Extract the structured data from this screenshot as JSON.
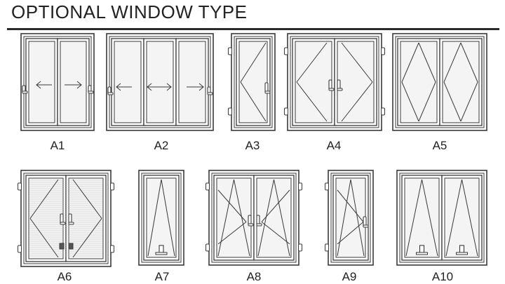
{
  "header": {
    "title": "OPTIONAL WINDOW TYPE"
  },
  "colors": {
    "line": "#3a3a3a",
    "frame_fill": "#ffffff",
    "glass": "#f4f4f4",
    "handle": "#555555"
  },
  "windows": [
    {
      "label": "A1",
      "type": "sliding-2"
    },
    {
      "label": "A2",
      "type": "sliding-3"
    },
    {
      "label": "A3",
      "type": "casement-single-side-hung"
    },
    {
      "label": "A4",
      "type": "casement-double-side-hung"
    },
    {
      "label": "A5",
      "type": "casement-double-fixed"
    },
    {
      "label": "A6",
      "type": "casement-double-with-screen"
    },
    {
      "label": "A7",
      "type": "top-hung-single"
    },
    {
      "label": "A8",
      "type": "tilt-turn-double"
    },
    {
      "label": "A9",
      "type": "tilt-turn-single"
    },
    {
      "label": "A10",
      "type": "top-hung-double"
    }
  ]
}
